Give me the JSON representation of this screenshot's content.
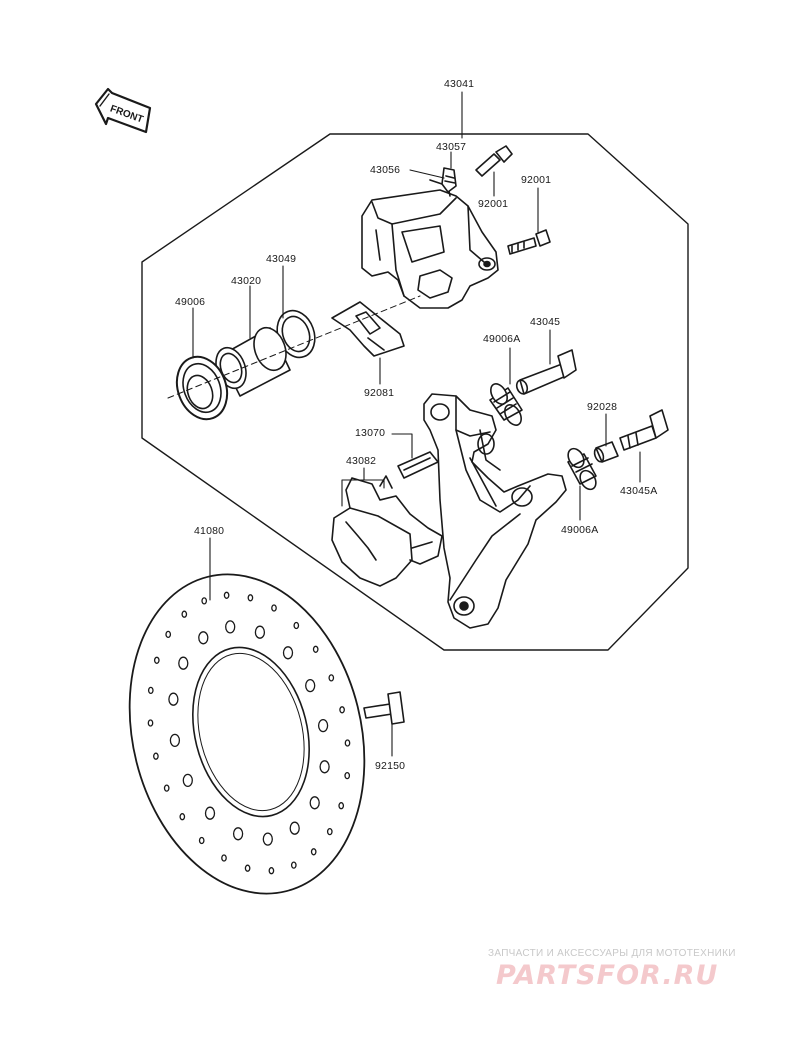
{
  "front_badge": "FRONT",
  "part_numbers": {
    "p43041": "43041",
    "p43057": "43057",
    "p43056": "43056",
    "p92001_a": "92001",
    "p92001_b": "92001",
    "p43049": "43049",
    "p43020": "43020",
    "p49006": "49006",
    "p43045": "43045",
    "p49006A_a": "49006A",
    "p92081": "92081",
    "p92028": "92028",
    "p13070": "13070",
    "p43082": "43082",
    "p43045A": "43045A",
    "p49006A_b": "49006A",
    "p41080": "41080",
    "p92150": "92150"
  },
  "watermark": {
    "caption": "ЗАПЧАСТИ И АКСЕССУАРЫ ДЛЯ МОТОТЕХНИКИ",
    "logo": "PARTSFOR.RU"
  }
}
